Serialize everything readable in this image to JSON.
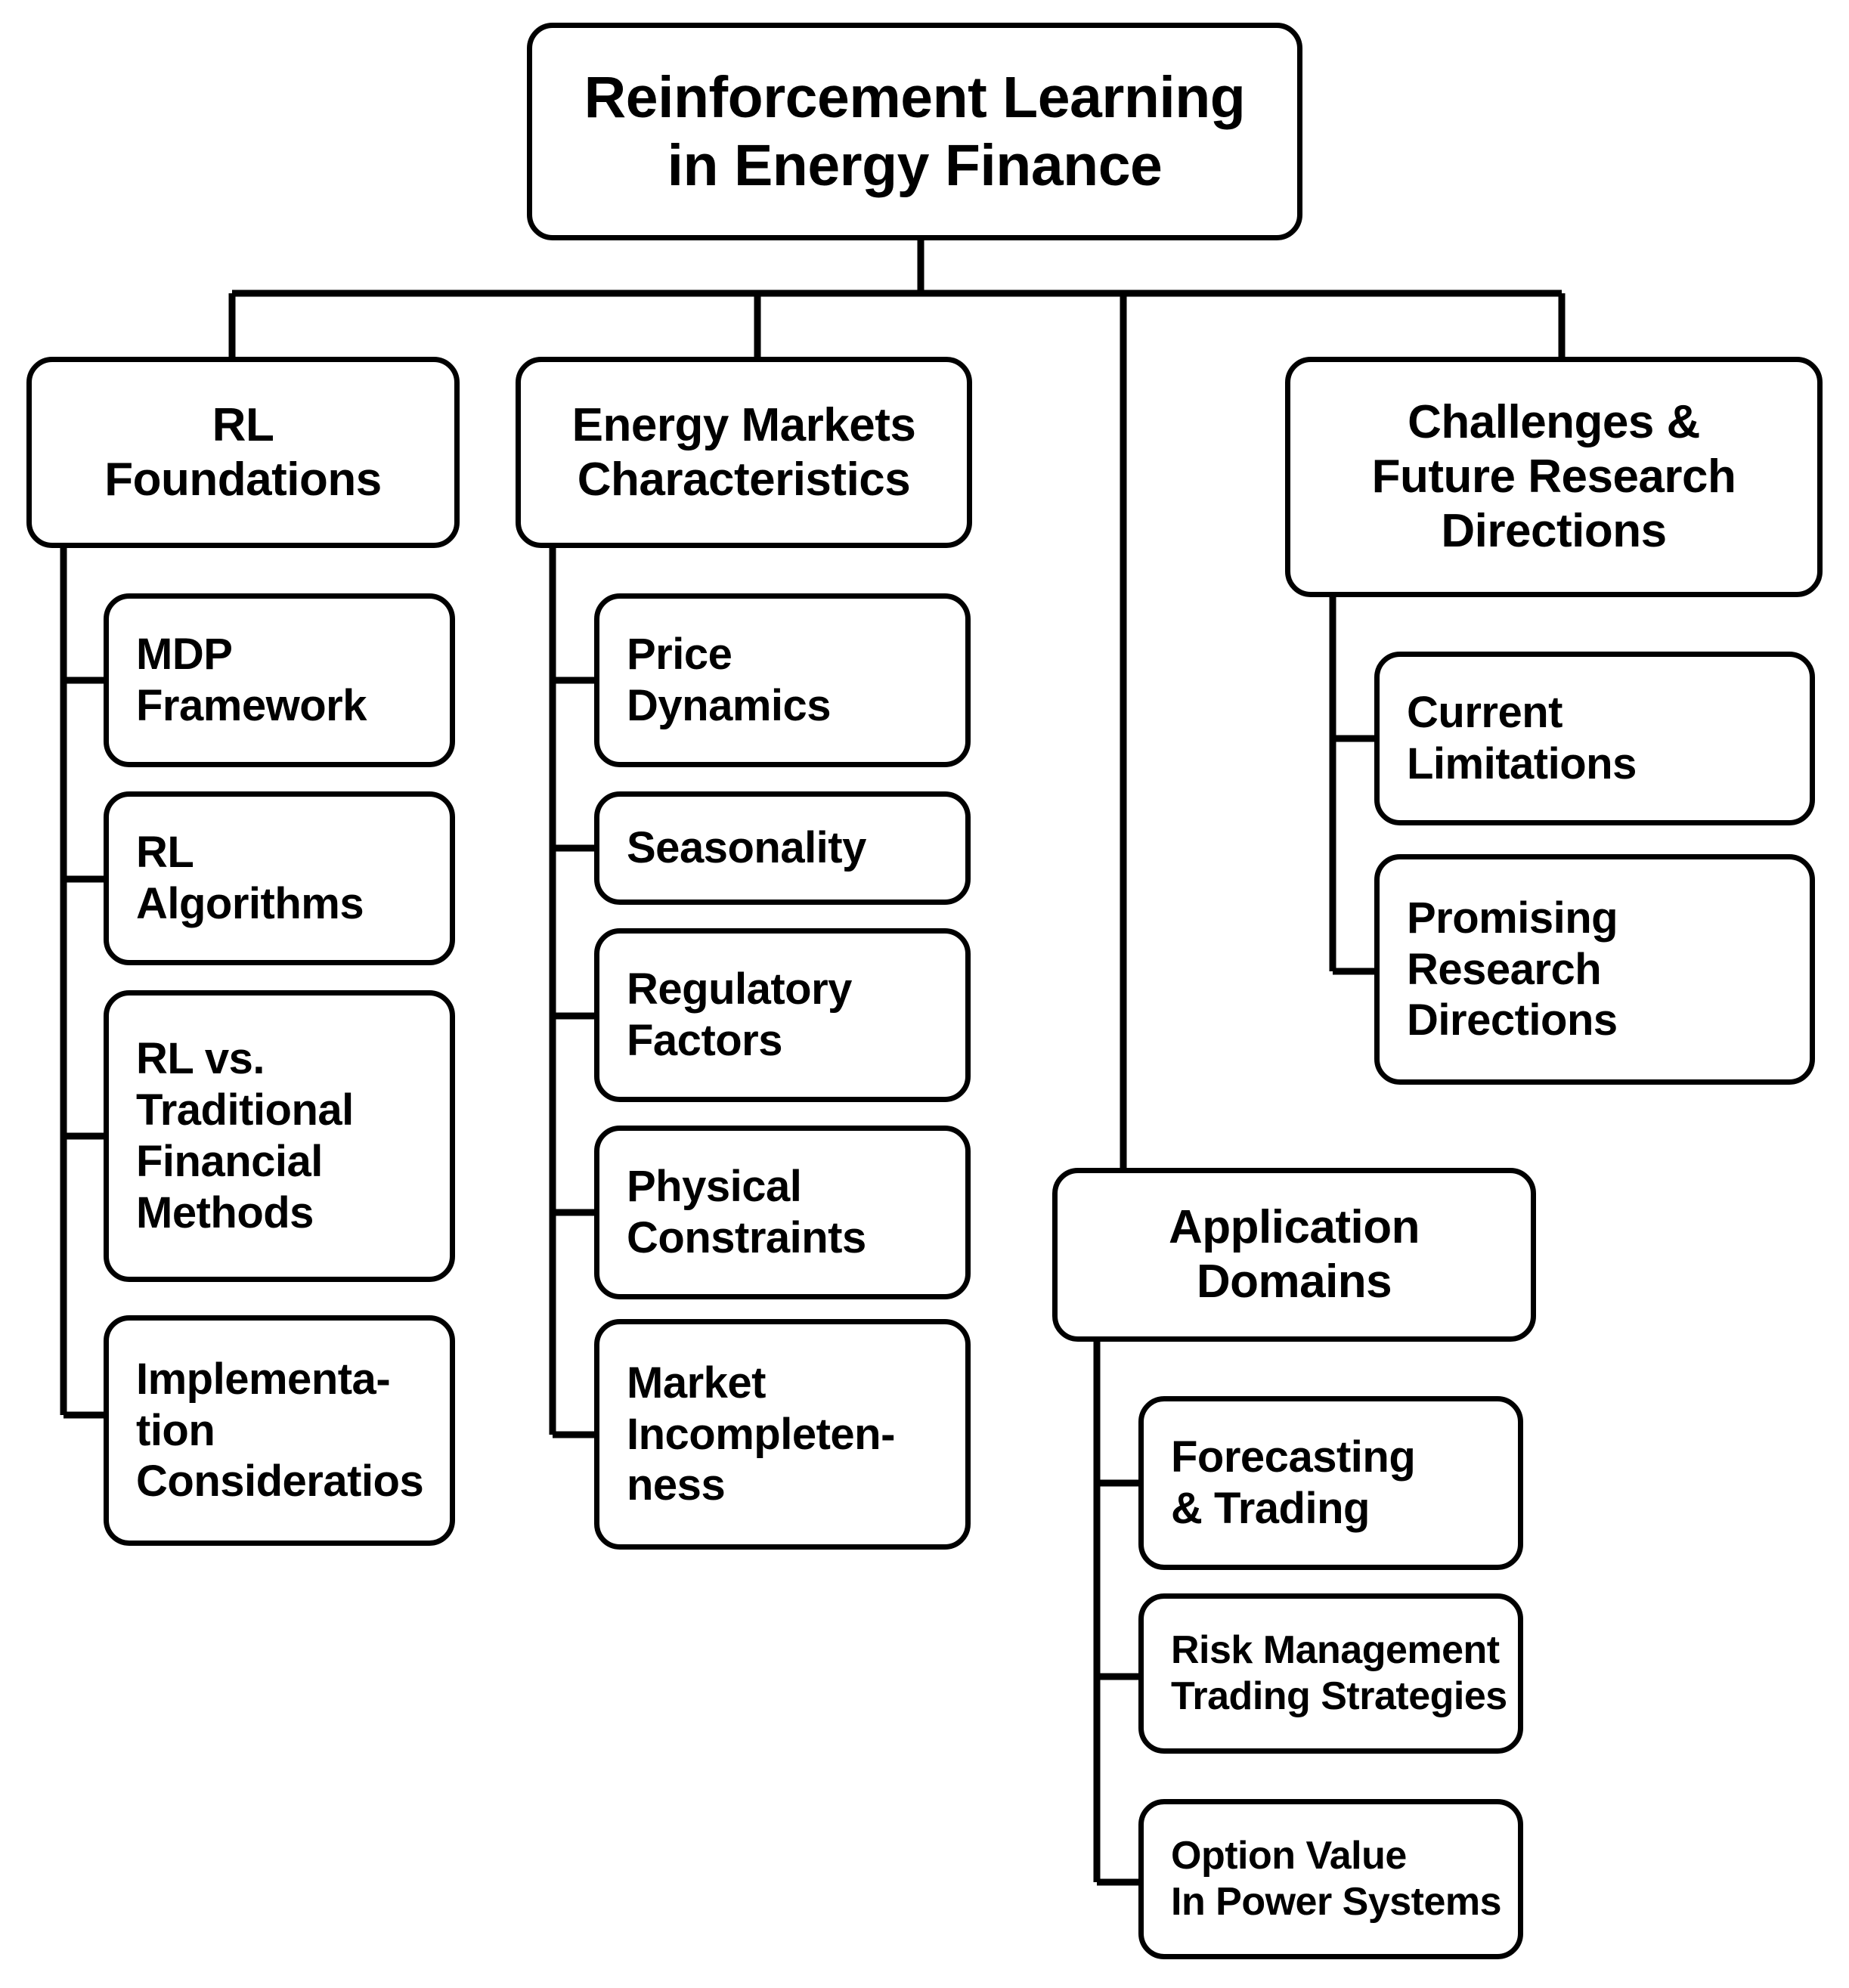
{
  "diagram": {
    "title": "Reinforcement Learning in Energy Finance",
    "type": "hierarchy-tree",
    "colors": {
      "stroke": "#000000",
      "fill": "#ffffff",
      "text": "#000000"
    },
    "root": {
      "line1": "Reinforcement Learning",
      "line2": "in Energy Finance"
    },
    "branches": {
      "rl_foundations": {
        "line1": "RL",
        "line2": "Foundations",
        "children": [
          {
            "line1": "MDP",
            "line2": "Framework"
          },
          {
            "line1": "RL",
            "line2": "Algorithms"
          },
          {
            "line1": "RL vs.",
            "line2": "Traditional",
            "line3": "Financial",
            "line4": "Methods"
          },
          {
            "line1": "Implementa-",
            "line2": "tion",
            "line3": "Consideratios"
          }
        ]
      },
      "energy_markets": {
        "line1": "Energy Markets",
        "line2": "Characteristics",
        "children": [
          {
            "line1": "Price",
            "line2": "Dynamics"
          },
          {
            "line1": "Seasonality"
          },
          {
            "line1": "Regulatory",
            "line2": "Factors"
          },
          {
            "line1": "Physical",
            "line2": "Constraints"
          },
          {
            "line1": "Market",
            "line2": "Incompleten-",
            "line3": "ness"
          }
        ]
      },
      "challenges": {
        "line1": "Challenges &",
        "line2": "Future Research",
        "line3": "Directions",
        "children": [
          {
            "line1": "Current",
            "line2": "Limitations"
          },
          {
            "line1": "Promising",
            "line2": "Research",
            "line3": "Directions"
          }
        ]
      },
      "application_domains": {
        "line1": "Application",
        "line2": "Domains",
        "children": [
          {
            "line1": "Forecasting",
            "line2": "& Trading"
          },
          {
            "line1": "Risk Management",
            "line2": "Trading Strategies"
          },
          {
            "line1": "Option Value",
            "line2": "In Power Systems"
          }
        ]
      }
    }
  }
}
